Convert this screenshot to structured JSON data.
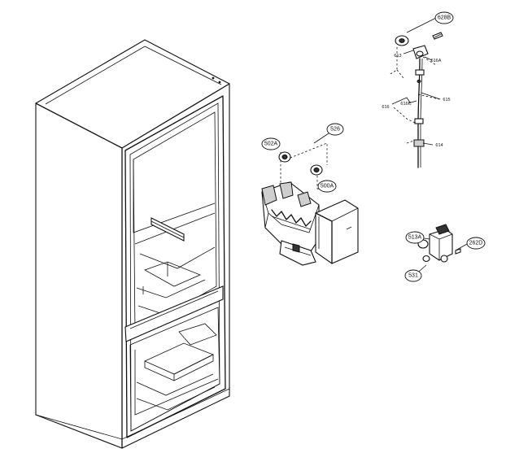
{
  "diagram": {
    "callouts": {
      "c_628b": "628B",
      "c_526": "526",
      "c_502a": "502A",
      "c_500a": "500A",
      "c_513a": "513A",
      "c_262d": "262D",
      "c_531": "531"
    },
    "small_labels": {
      "s_613": "613",
      "s_616a": "616A",
      "s_615": "615",
      "s_616c": "616C",
      "s_616": "616",
      "s_614": "614"
    }
  }
}
